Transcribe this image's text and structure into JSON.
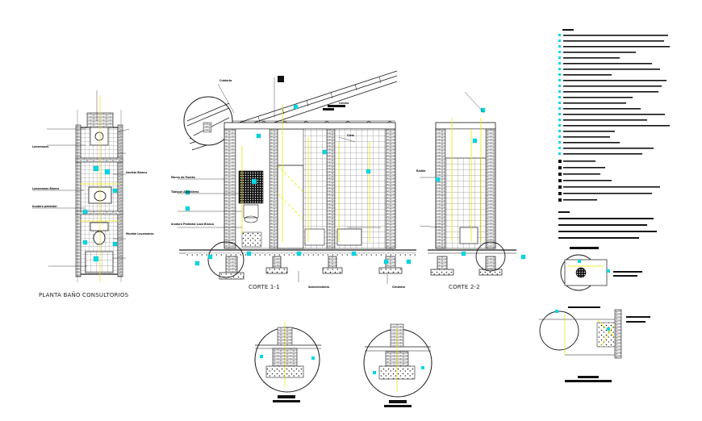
{
  "titles": {
    "plan": "PLANTA BAÑO CONSULTORIOS",
    "section1": "CORTE 1-1",
    "section2": "CORTE 2-2"
  },
  "labels": {
    "lavamanos": "Lavamanos",
    "lavamanos_blanco": "Lavamanos Blanco",
    "inodoro_pedestal": "Inodoro pedestal",
    "inodoro_pedestal_loza": "Inodoro Pedestal Loza Blanca",
    "mueble_lavamanos": "Mueble Lavamanos",
    "azulejo_blanco": "Azulejo Blanco",
    "marco_puerta": "Marco de Puerta",
    "tabique": "Tabique Albañilería",
    "cercha": "Cercha",
    "cubierta": "Cubierta",
    "cielo": "Cielo",
    "sobrecimiento": "Sobrecimiento",
    "cimiento": "Cimiento",
    "radier": "Radier"
  },
  "colors": {
    "line": "#1a1a1a",
    "yellow": "#e6e600",
    "cyan": "#00d8e6",
    "hatch": "#2a2a2a"
  }
}
